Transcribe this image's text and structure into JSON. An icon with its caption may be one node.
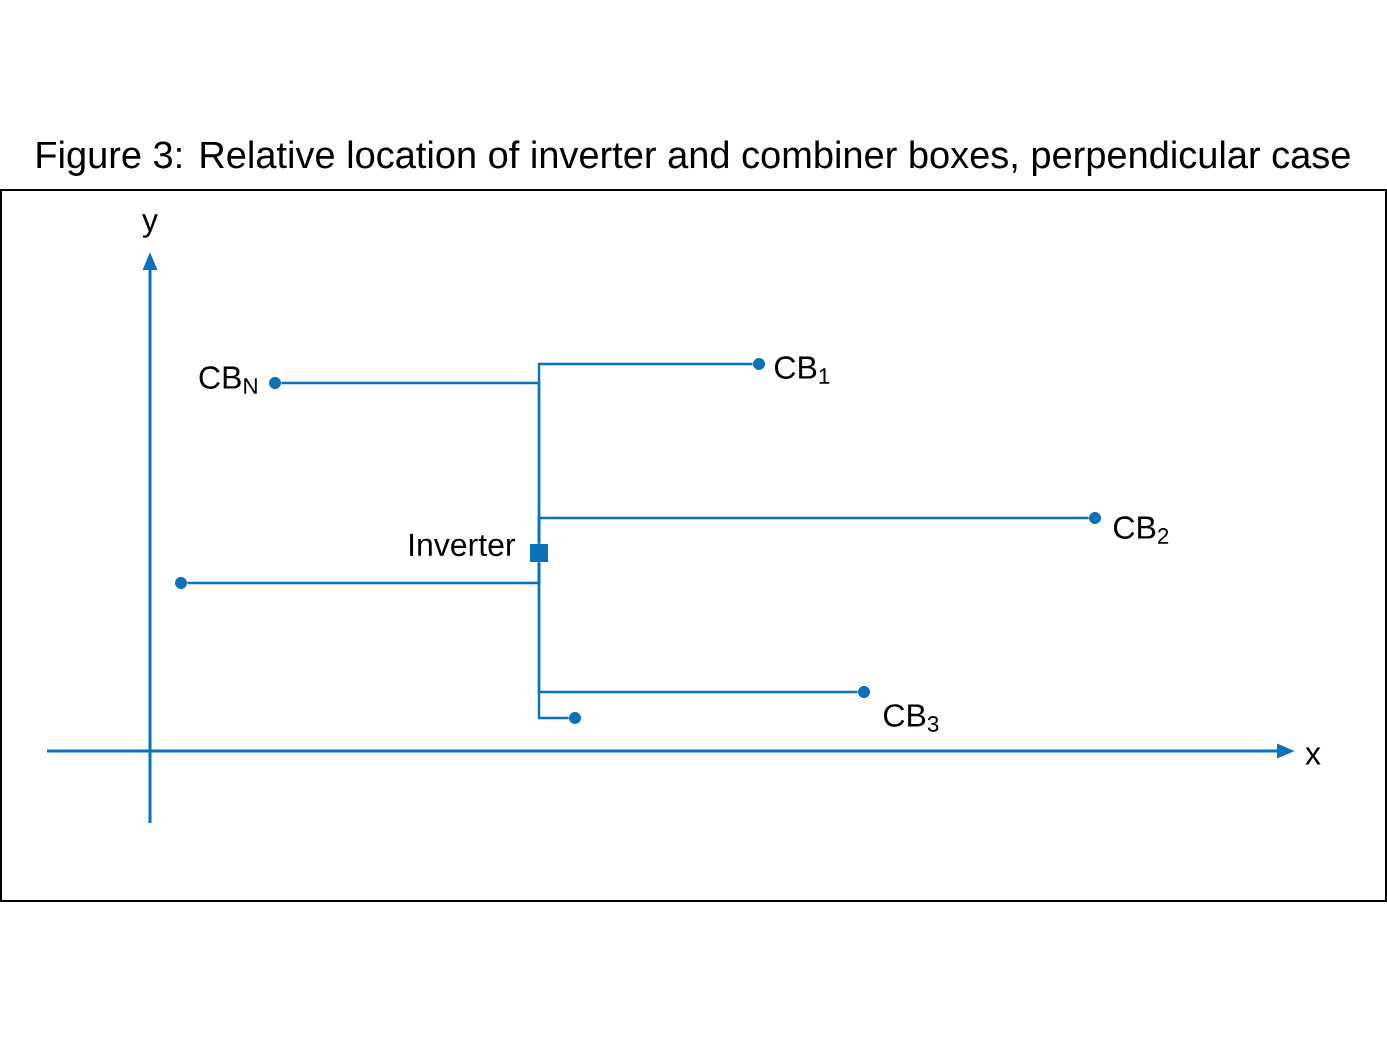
{
  "diagram": {
    "title": "Figure 3: Relative location of inverter and combiner boxes, perpendicular case",
    "nodes": [
      {
        "text": [
          "Inverter"
        ]
      },
      {
        "text": [
          "CB$_{N}$"
        ]
      },
      {
        "text": [
          "CB$_{1}$"
        ]
      },
      {
        "text": [
          "CB$_{2}$"
        ]
      },
      {
        "text": [],
        "shape": "circle"
      },
      {
        "text": [
          "CB$_{3}$"
        ]
      },
      {
        "text": [],
        "shape": "circle"
      }
    ],
    "edges": [
      {
        "from": 0,
        "to": 1,
        "arrow": "none"
      },
      {
        "from": 0,
        "to": 2,
        "arrow": "none"
      },
      {
        "from": 0,
        "to": 3,
        "arrow": "none"
      },
      {
        "from": 0,
        "to": 4,
        "arrow": "none"
      },
      {
        "from": 0,
        "to": 5,
        "arrow": "none"
      },
      {
        "from": 0,
        "to": 6,
        "arrow": "none"
      }
    ],
    "labels": [
      "y",
      "x"
    ]
  }
}
